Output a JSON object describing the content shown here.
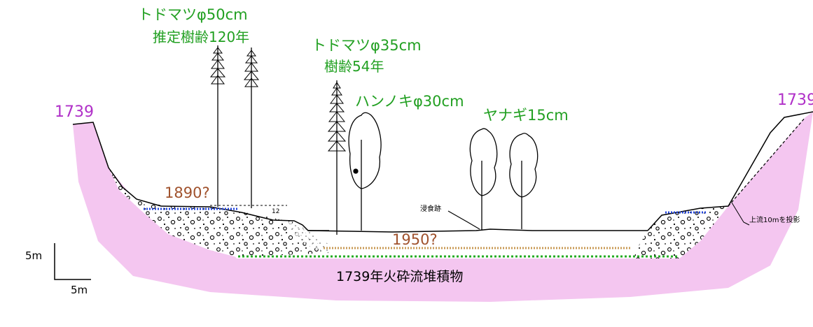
{
  "labels": {
    "todomatsu_50": "トドマツφ50cm",
    "age_120": "推定樹齢120年",
    "todomatsu_35": "トドマツφ35cm",
    "age_54": "樹齢54年",
    "hannoki": "ハンノキφ30cm",
    "yanagi": "ヤナギ15cm",
    "year_1739_left": "1739",
    "year_1739_right": "1739",
    "year_1890": "1890?",
    "year_1950": "1950?",
    "deposit": "1739年火砕流堆積物",
    "erosion": "浸食跡",
    "upstream": "上流10mを投影",
    "scale_v": "5m",
    "scale_h": "5m",
    "mark_12": "12"
  },
  "colors": {
    "green_text": "#22a022",
    "purple_text": "#b030c8",
    "brown_text": "#a0522d",
    "deposit_fill": "#f4c6f0",
    "blue_line": "#2244dd",
    "green_line": "#22aa22",
    "tan_line": "#c99a55"
  }
}
